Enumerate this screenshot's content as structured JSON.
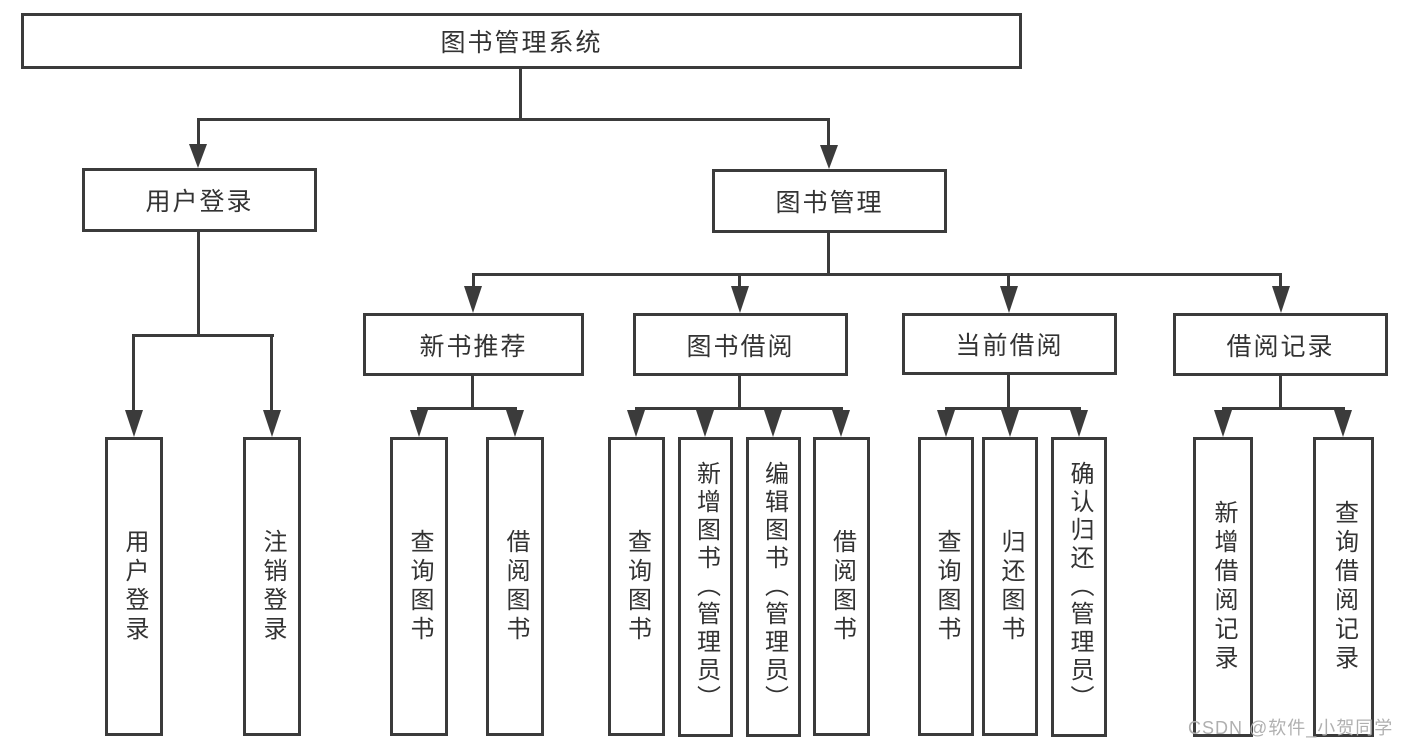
{
  "diagram": {
    "root": {
      "label": "图书管理系统"
    },
    "branches": [
      {
        "label": "用户登录",
        "children": [
          {
            "label": "用户登录"
          },
          {
            "label": "注销登录"
          }
        ]
      },
      {
        "label": "图书管理",
        "children": [
          {
            "label": "新书推荐",
            "children": [
              {
                "label": "查询图书"
              },
              {
                "label": "借阅图书"
              }
            ]
          },
          {
            "label": "图书借阅",
            "children": [
              {
                "label": "查询图书"
              },
              {
                "label": "新增图书（管理员）"
              },
              {
                "label": "编辑图书（管理员）"
              },
              {
                "label": "借阅图书"
              }
            ]
          },
          {
            "label": "当前借阅",
            "children": [
              {
                "label": "查询图书"
              },
              {
                "label": "归还图书"
              },
              {
                "label": "确认归还（管理员）"
              }
            ]
          },
          {
            "label": "借阅记录",
            "children": [
              {
                "label": "新增借阅记录"
              },
              {
                "label": "查询借阅记录"
              }
            ]
          }
        ]
      }
    ],
    "watermark": "CSDN @软件_小贺同学",
    "colors": {
      "line": "#3b3b3b",
      "text": "#333333",
      "watermark": "#b0b0b0",
      "background": "#ffffff"
    }
  }
}
